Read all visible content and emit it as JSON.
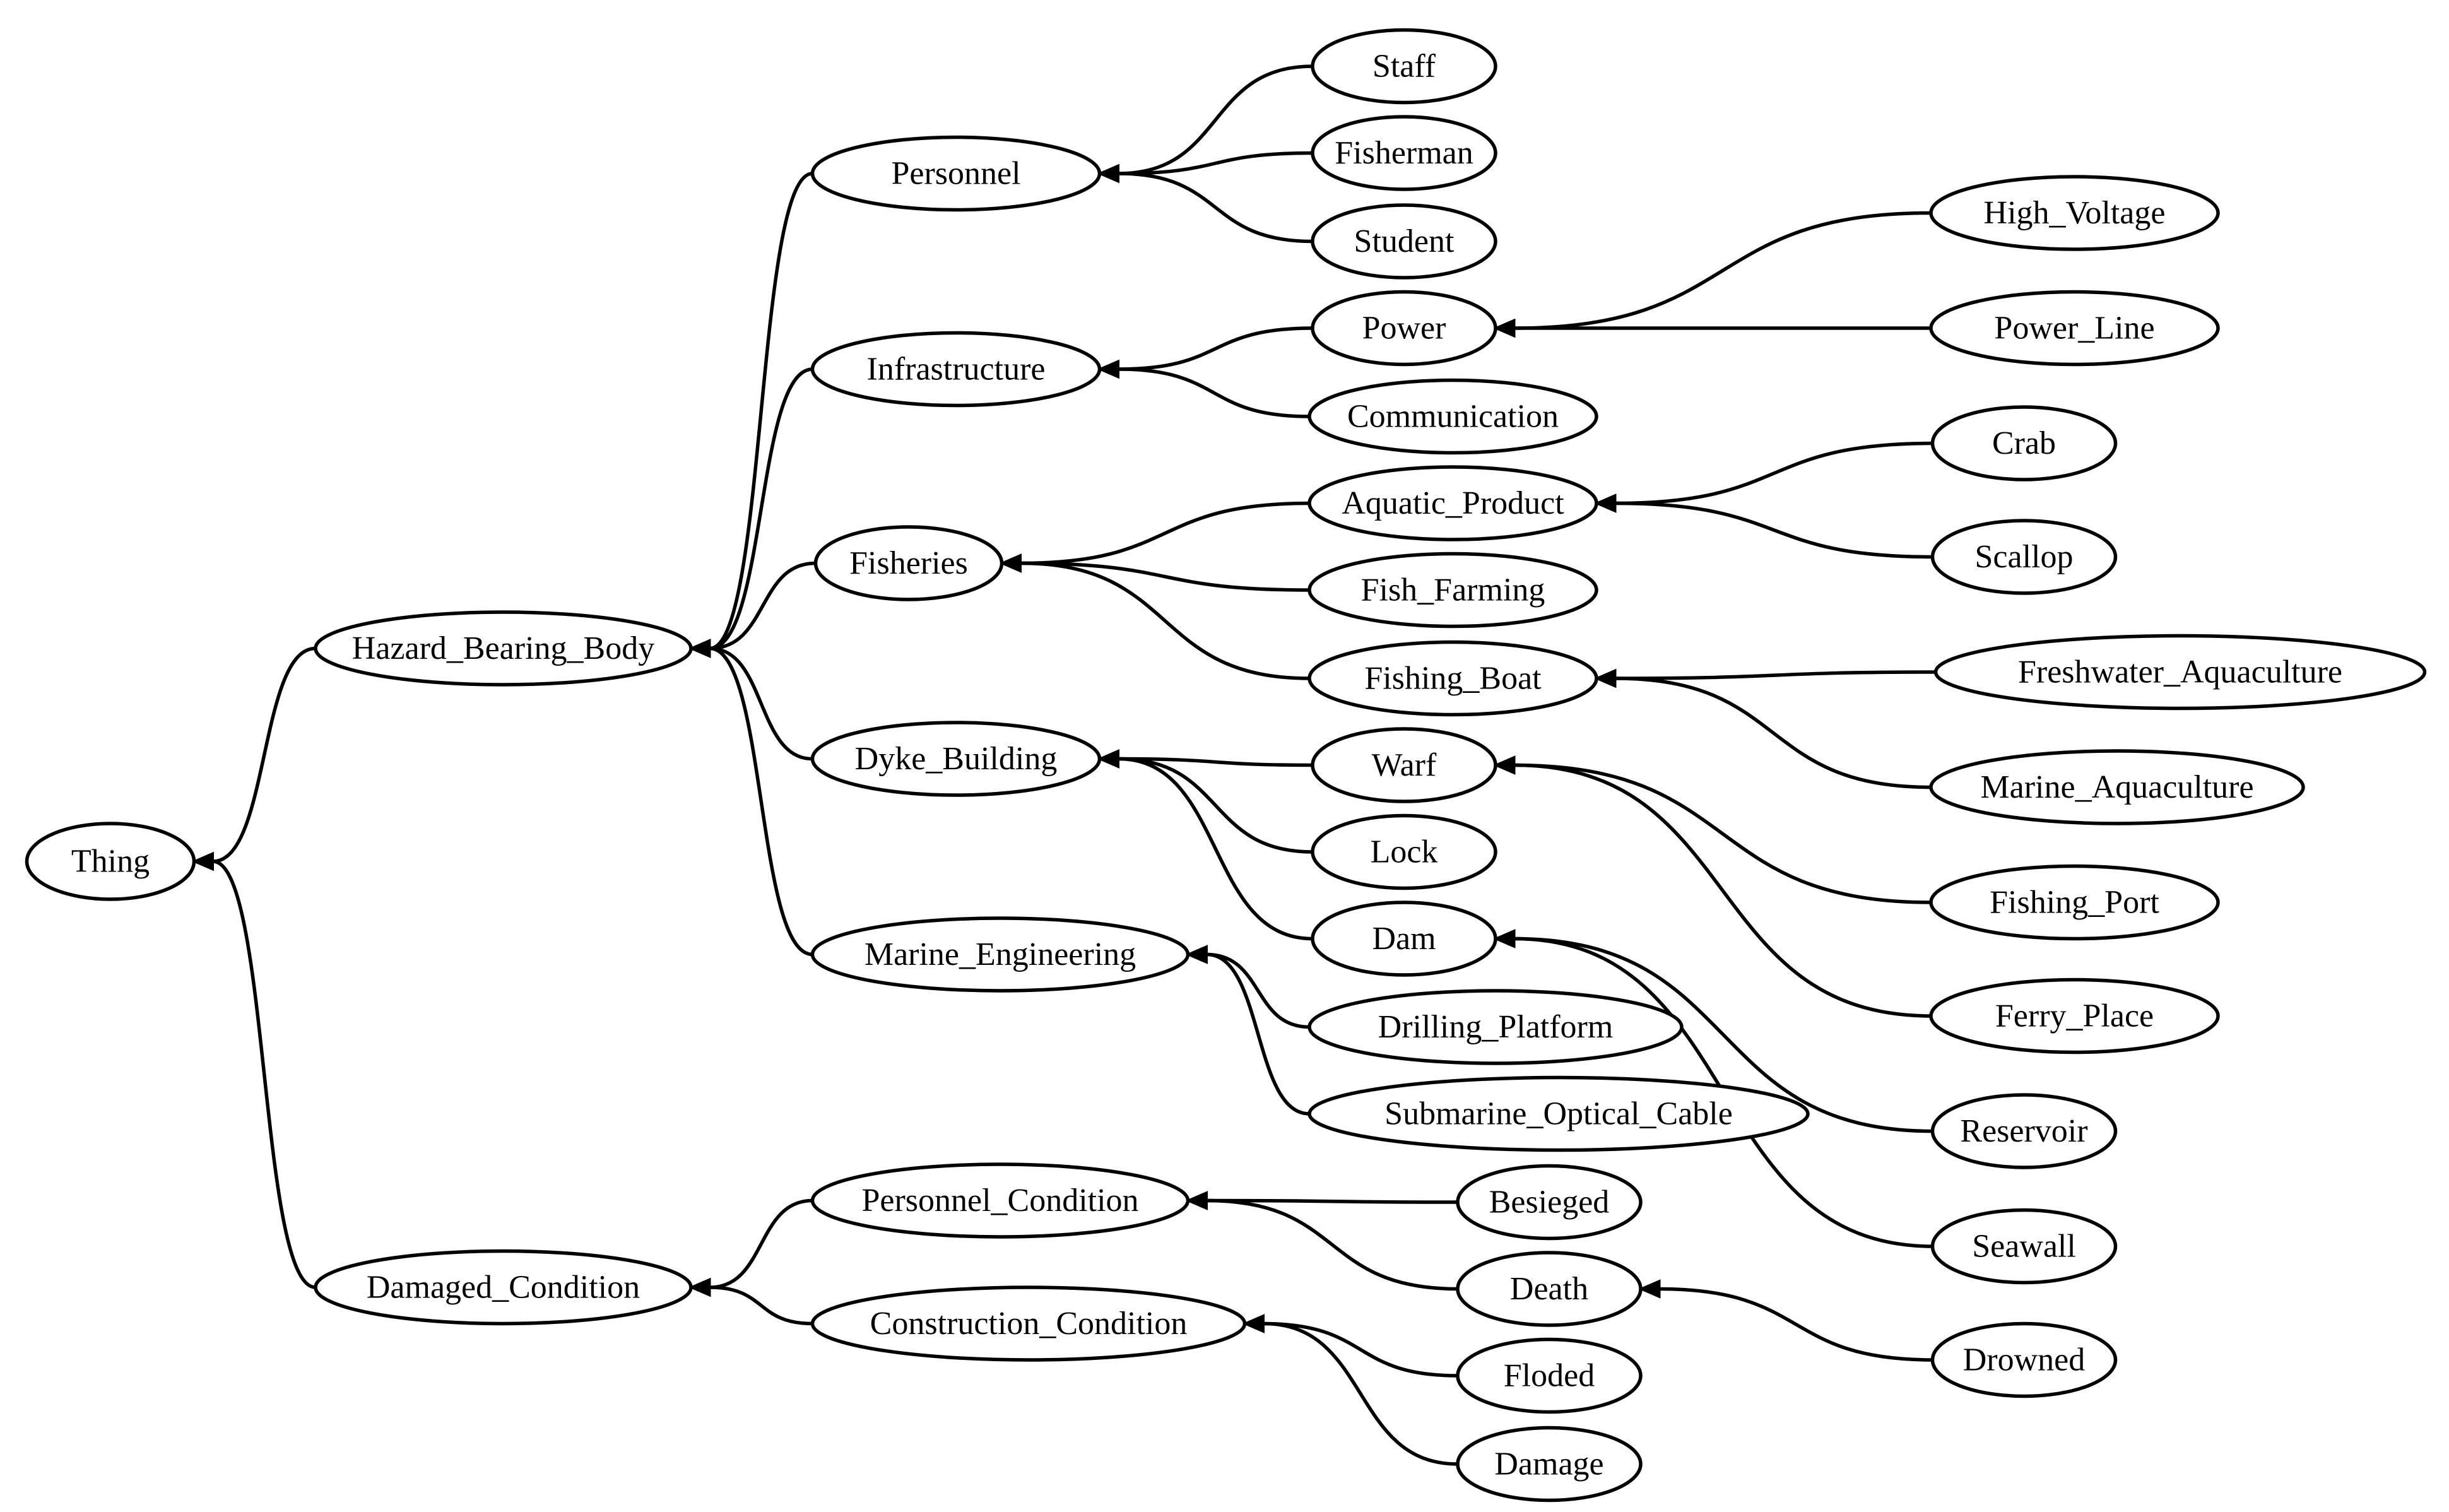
{
  "nodes": [
    {
      "id": "thing",
      "label": "Thing"
    },
    {
      "id": "hazard_bearing_body",
      "label": "Hazard_Bearing_Body"
    },
    {
      "id": "damaged_condition",
      "label": "Damaged_Condition"
    },
    {
      "id": "personnel",
      "label": "Personnel"
    },
    {
      "id": "infrastructure",
      "label": "Infrastructure"
    },
    {
      "id": "fisheries",
      "label": "Fisheries"
    },
    {
      "id": "dyke_building",
      "label": "Dyke_Building"
    },
    {
      "id": "marine_engineering",
      "label": "Marine_Engineering"
    },
    {
      "id": "personnel_condition",
      "label": "Personnel_Condition"
    },
    {
      "id": "construction_condition",
      "label": "Construction_Condition"
    },
    {
      "id": "staff",
      "label": "Staff"
    },
    {
      "id": "fisherman",
      "label": "Fisherman"
    },
    {
      "id": "student",
      "label": "Student"
    },
    {
      "id": "power",
      "label": "Power"
    },
    {
      "id": "communication",
      "label": "Communication"
    },
    {
      "id": "aquatic_product",
      "label": "Aquatic_Product"
    },
    {
      "id": "fish_farming",
      "label": "Fish_Farming"
    },
    {
      "id": "fishing_boat",
      "label": "Fishing_Boat"
    },
    {
      "id": "warf",
      "label": "Warf"
    },
    {
      "id": "lock",
      "label": "Lock"
    },
    {
      "id": "dam",
      "label": "Dam"
    },
    {
      "id": "drilling_platform",
      "label": "Drilling_Platform"
    },
    {
      "id": "submarine_optical_cable",
      "label": "Submarine_Optical_Cable"
    },
    {
      "id": "besieged",
      "label": "Besieged"
    },
    {
      "id": "death",
      "label": "Death"
    },
    {
      "id": "floded",
      "label": "Floded"
    },
    {
      "id": "damage",
      "label": "Damage"
    },
    {
      "id": "high_voltage",
      "label": "High_Voltage"
    },
    {
      "id": "power_line",
      "label": "Power_Line"
    },
    {
      "id": "crab",
      "label": "Crab"
    },
    {
      "id": "scallop",
      "label": "Scallop"
    },
    {
      "id": "freshwater_aquaculture",
      "label": "Freshwater_Aquaculture"
    },
    {
      "id": "marine_aquaculture",
      "label": "Marine_Aquaculture"
    },
    {
      "id": "fishing_port",
      "label": "Fishing_Port"
    },
    {
      "id": "ferry_place",
      "label": "Ferry_Place"
    },
    {
      "id": "reservoir",
      "label": "Reservoir"
    },
    {
      "id": "seawall",
      "label": "Seawall"
    },
    {
      "id": "drowned",
      "label": "Drowned"
    }
  ],
  "edges": [
    {
      "from": "hazard_bearing_body",
      "to": "thing"
    },
    {
      "from": "damaged_condition",
      "to": "thing"
    },
    {
      "from": "personnel",
      "to": "hazard_bearing_body"
    },
    {
      "from": "infrastructure",
      "to": "hazard_bearing_body"
    },
    {
      "from": "fisheries",
      "to": "hazard_bearing_body"
    },
    {
      "from": "dyke_building",
      "to": "hazard_bearing_body"
    },
    {
      "from": "marine_engineering",
      "to": "hazard_bearing_body"
    },
    {
      "from": "personnel_condition",
      "to": "damaged_condition"
    },
    {
      "from": "construction_condition",
      "to": "damaged_condition"
    },
    {
      "from": "staff",
      "to": "personnel"
    },
    {
      "from": "fisherman",
      "to": "personnel"
    },
    {
      "from": "student",
      "to": "personnel"
    },
    {
      "from": "power",
      "to": "infrastructure"
    },
    {
      "from": "communication",
      "to": "infrastructure"
    },
    {
      "from": "aquatic_product",
      "to": "fisheries"
    },
    {
      "from": "fish_farming",
      "to": "fisheries"
    },
    {
      "from": "fishing_boat",
      "to": "fisheries"
    },
    {
      "from": "warf",
      "to": "dyke_building"
    },
    {
      "from": "lock",
      "to": "dyke_building"
    },
    {
      "from": "dam",
      "to": "dyke_building"
    },
    {
      "from": "drilling_platform",
      "to": "marine_engineering"
    },
    {
      "from": "submarine_optical_cable",
      "to": "marine_engineering"
    },
    {
      "from": "besieged",
      "to": "personnel_condition"
    },
    {
      "from": "death",
      "to": "personnel_condition"
    },
    {
      "from": "floded",
      "to": "construction_condition"
    },
    {
      "from": "damage",
      "to": "construction_condition"
    },
    {
      "from": "high_voltage",
      "to": "power"
    },
    {
      "from": "power_line",
      "to": "power"
    },
    {
      "from": "crab",
      "to": "aquatic_product"
    },
    {
      "from": "scallop",
      "to": "aquatic_product"
    },
    {
      "from": "freshwater_aquaculture",
      "to": "fishing_boat"
    },
    {
      "from": "marine_aquaculture",
      "to": "fishing_boat"
    },
    {
      "from": "fishing_port",
      "to": "warf"
    },
    {
      "from": "ferry_place",
      "to": "warf"
    },
    {
      "from": "reservoir",
      "to": "dam"
    },
    {
      "from": "seawall",
      "to": "dam"
    },
    {
      "from": "drowned",
      "to": "death"
    }
  ]
}
